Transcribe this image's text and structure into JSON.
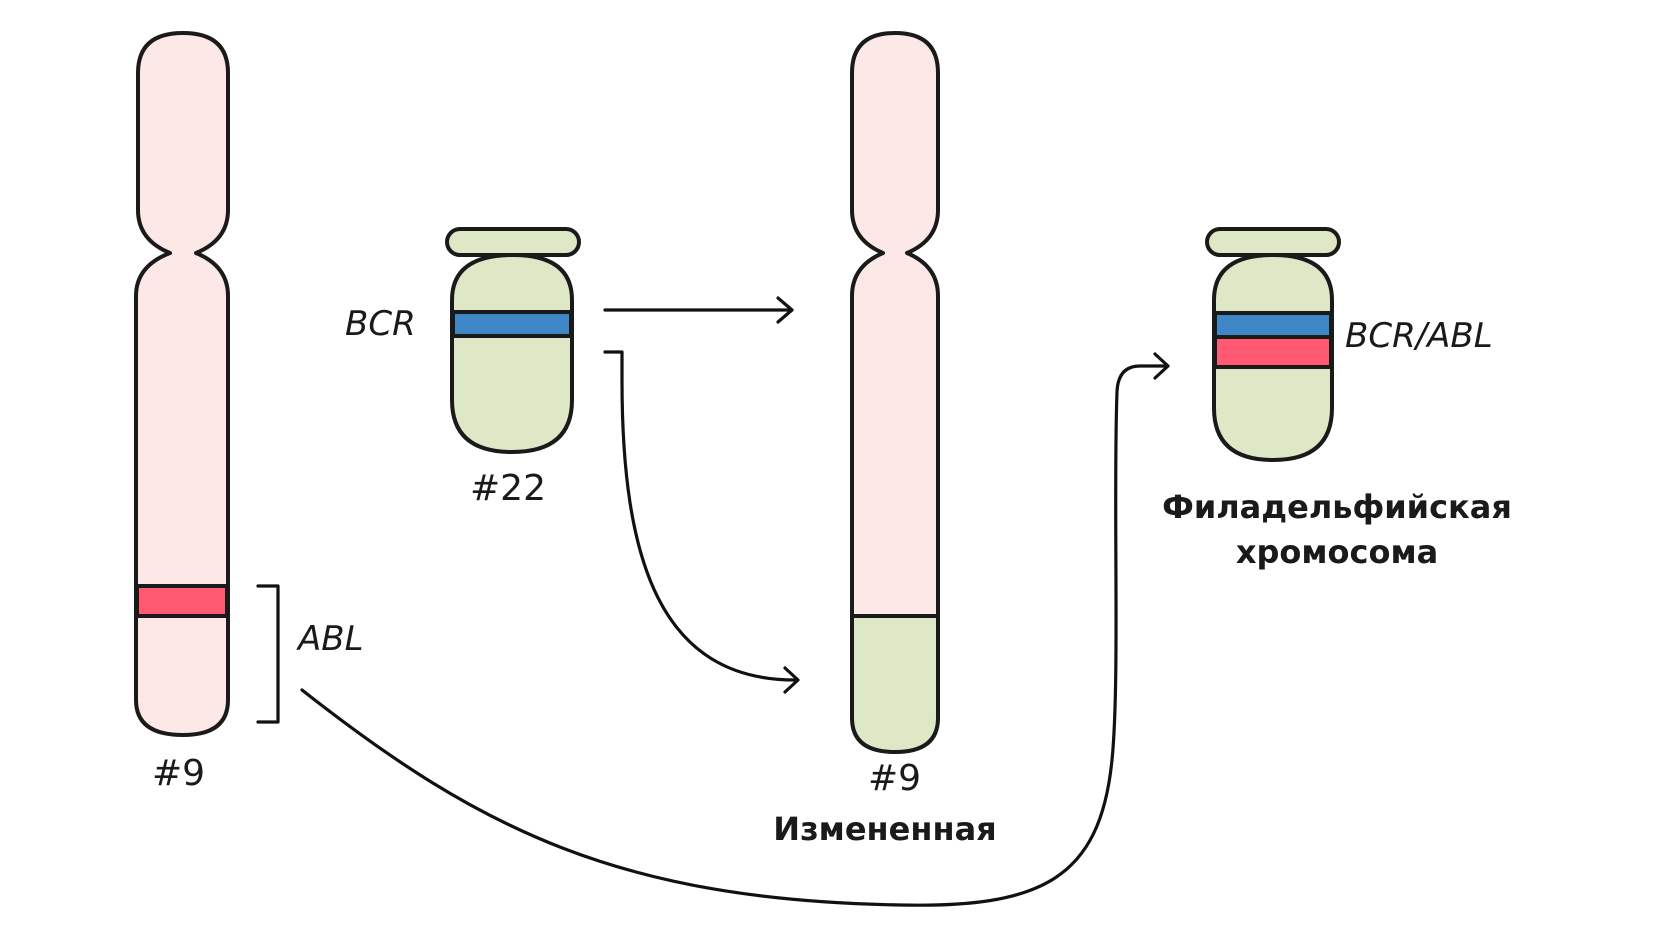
{
  "colors": {
    "chrom9_fill": "#fce8e6",
    "chrom22_fill": "#dfe8c6",
    "bcr_band": "#3f86c6",
    "abl_band": "#ff5a72",
    "outline": "#1a1a1a"
  },
  "chromosome_9": {
    "number_label": "#9",
    "gene_label": "ABL"
  },
  "chromosome_22": {
    "number_label": "#22",
    "gene_label": "BCR"
  },
  "altered_9": {
    "number_label": "#9",
    "caption": "Измененная"
  },
  "philadelphia": {
    "gene_label": "BCR/ABL",
    "caption_line1": "Филадельфийская",
    "caption_line2": "хромосома"
  }
}
